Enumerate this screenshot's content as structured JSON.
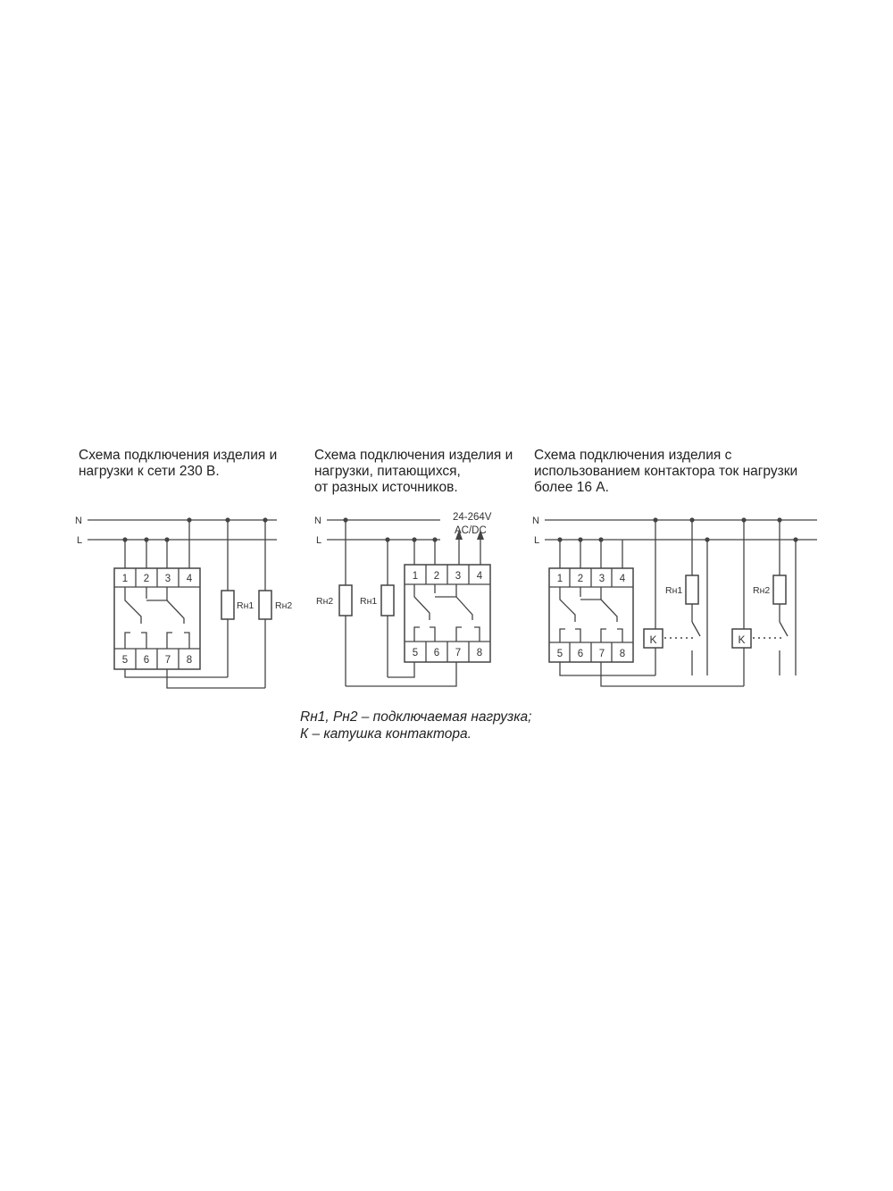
{
  "diagrams": [
    {
      "caption": [
        "Схема подключения изделия и",
        "нагрузки к сети 230 В."
      ],
      "bus": {
        "n": "N",
        "l": "L"
      },
      "terminals_top": [
        "1",
        "2",
        "3",
        "4"
      ],
      "terminals_bottom": [
        "5",
        "6",
        "7",
        "8"
      ],
      "loads": [
        "Rн1",
        "Rн2"
      ]
    },
    {
      "caption": [
        "Схема подключения изделия и",
        "нагрузки, питающихся,",
        "от разных источников."
      ],
      "bus": {
        "n": "N",
        "l": "L"
      },
      "supply": [
        "24-264V",
        "AC/DC"
      ],
      "terminals_top": [
        "1",
        "2",
        "3",
        "4"
      ],
      "terminals_bottom": [
        "5",
        "6",
        "7",
        "8"
      ],
      "loads": [
        "Rн2",
        "Rн1"
      ]
    },
    {
      "caption": [
        "Схема подключения изделия с",
        "использованием контактора ток нагрузки",
        "более 16 А."
      ],
      "bus": {
        "n": "N",
        "l": "L"
      },
      "terminals_top": [
        "1",
        "2",
        "3",
        "4"
      ],
      "terminals_bottom": [
        "5",
        "6",
        "7",
        "8"
      ],
      "loads": [
        "Rн1",
        "Rн2"
      ],
      "coils": [
        "K",
        "K"
      ]
    }
  ],
  "legend": [
    "Rн1, Pн2 – подключаемая нагрузка;",
    "К – катушка контактора."
  ]
}
